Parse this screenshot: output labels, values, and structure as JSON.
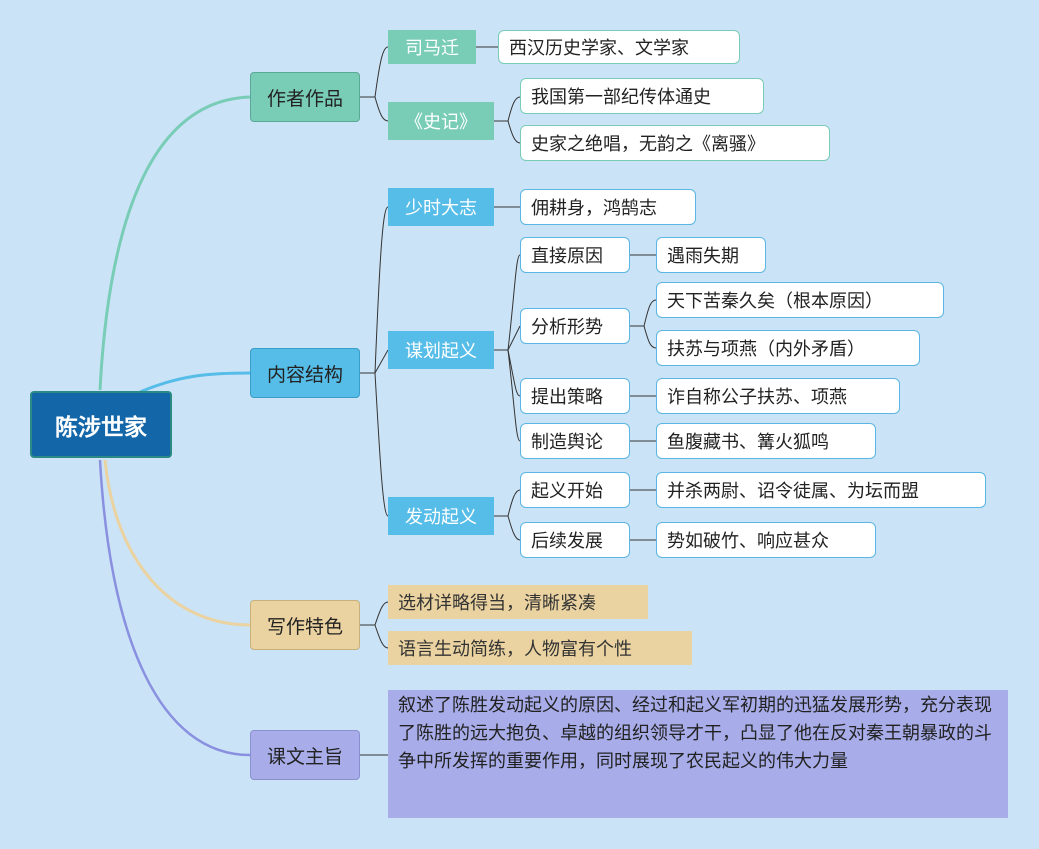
{
  "root": "陈涉世家",
  "author": {
    "label": "作者作品",
    "items": [
      {
        "label": "司马迁",
        "children": [
          "西汉历史学家、文学家"
        ]
      },
      {
        "label": "《史记》",
        "children": [
          "我国第一部纪传体通史",
          "史家之绝唱，无韵之《离骚》"
        ]
      }
    ]
  },
  "content": {
    "label": "内容结构",
    "items": [
      {
        "label": "少时大志",
        "children": [
          "佣耕身，鸿鹄志"
        ]
      },
      {
        "label": "谋划起义",
        "children": [
          {
            "label": "直接原因",
            "children": [
              "遇雨失期"
            ]
          },
          {
            "label": "分析形势",
            "children": [
              "天下苦秦久矣（根本原因）",
              "扶苏与项燕（内外矛盾）"
            ]
          },
          {
            "label": "提出策略",
            "children": [
              "诈自称公子扶苏、项燕"
            ]
          },
          {
            "label": "制造舆论",
            "children": [
              "鱼腹藏书、篝火狐鸣"
            ]
          }
        ]
      },
      {
        "label": "发动起义",
        "children": [
          {
            "label": "起义开始",
            "children": [
              "并杀两尉、诏令徒属、为坛而盟"
            ]
          },
          {
            "label": "后续发展",
            "children": [
              "势如破竹、响应甚众"
            ]
          }
        ]
      }
    ]
  },
  "feature": {
    "label": "写作特色",
    "items": [
      "选材详略得当，清晰紧凑",
      "语言生动简练，人物富有个性"
    ]
  },
  "theme": {
    "label": "课文主旨",
    "text": "叙述了陈胜发动起义的原因、经过和起义军初期的迅猛发展形势，充分表现了陈胜的远大抱负、卓越的组织领导才干，凸显了他在反对秦王朝暴政的斗争中所发挥的重要作用，同时展现了农民起义的伟大力量"
  },
  "colors": {
    "background": "#cbe3f7",
    "root": "#1366a8",
    "author": "#79cdb7",
    "content": "#56bde8",
    "feature": "#ead3a0",
    "theme": "#a8ade9"
  }
}
